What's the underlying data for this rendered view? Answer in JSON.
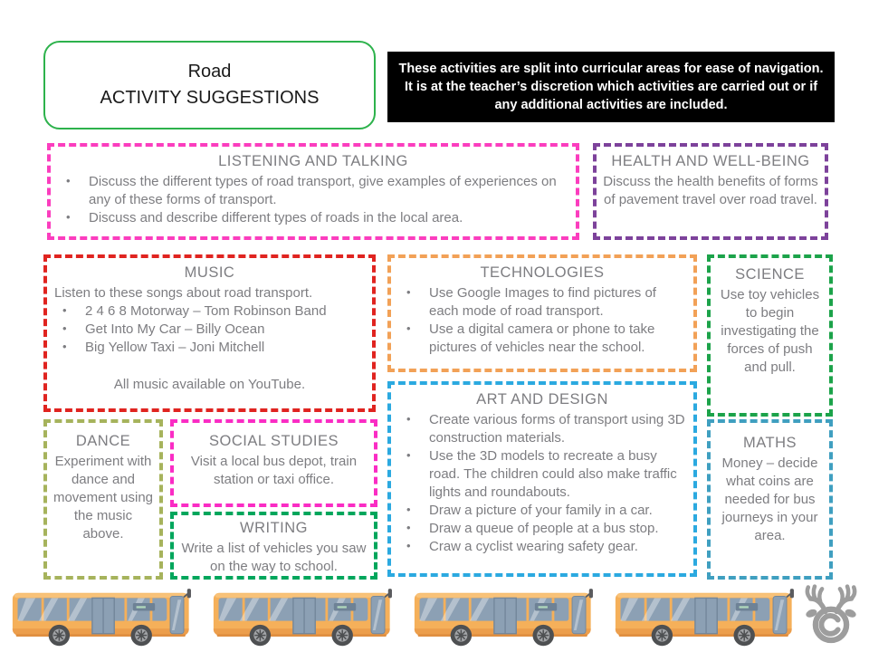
{
  "title_box": {
    "line1": "Road",
    "line2": "ACTIVITY SUGGESTIONS",
    "border_color": "#2db24c"
  },
  "notice_box": {
    "text": "These activities are split into curricular areas for ease of navigation. It is at the teacher’s discretion which activities are carried out or if any additional activities are included.",
    "bg": "#000000",
    "text_color": "#ffffff"
  },
  "boxes": {
    "listening_and_talking": {
      "title": "LISTENING AND TALKING",
      "border_color": "#fb3dbe",
      "bullets": [
        "Discuss the different types of road transport, give examples of experiences on any of these forms of transport.",
        "Discuss and describe different types of roads in the local area."
      ]
    },
    "health_and_wellbeing": {
      "title": "HEALTH AND WELL-BEING",
      "border_color": "#7d429b",
      "body": "Discuss the health benefits of forms of pavement travel over road travel."
    },
    "music": {
      "title": "MUSIC",
      "border_color": "#e02420",
      "intro": "Listen to these songs about road transport.",
      "bullets": [
        "2 4 6 8 Motorway – Tom Robinson Band",
        "Get Into My Car – Billy Ocean",
        "Big Yellow Taxi – Joni Mitchell"
      ],
      "footer": "All music available on YouTube."
    },
    "technologies": {
      "title": "TECHNOLOGIES",
      "border_color": "#f2a157",
      "bullets": [
        "Use Google Images to find pictures of each mode of road transport.",
        "Use a digital camera or phone to take pictures of vehicles near the school."
      ]
    },
    "science": {
      "title": "SCIENCE",
      "border_color": "#1ca34a",
      "body": "Use toy vehicles to begin investigating the forces of push and pull."
    },
    "art_and_design": {
      "title": "ART AND DESIGN",
      "border_color": "#2ba9e0",
      "bullets": [
        "Create various forms of transport using 3D construction materials.",
        "Use the 3D models to recreate a busy road. The children could also make traffic lights and roundabouts.",
        "Draw a picture of your family in a car.",
        "Draw a queue of people at a bus stop.",
        "Craw a cyclist wearing safety gear."
      ]
    },
    "dance": {
      "title": "DANCE",
      "border_color": "#a6b35c",
      "body": "Experiment with dance and movement using the music above."
    },
    "social_studies": {
      "title": "SOCIAL STUDIES",
      "border_color": "#fa2cc4",
      "body": "Visit a local bus depot, train station or taxi office."
    },
    "writing": {
      "title": "WRITING",
      "border_color": "#00a65c",
      "body": "Write a list of vehicles you saw on the way to school."
    },
    "maths": {
      "title": "MATHS",
      "border_color": "#3f9fc0",
      "body": "Money – decide what coins are needed for bus journeys in your area."
    }
  },
  "footer": {
    "bus_count": 4,
    "bus_icon": "bus-illustration",
    "logo_icon": "moose-copyright-logo"
  },
  "palette": {
    "body_text": "#7d7d81",
    "bus_yellow": "#f5b05a",
    "bus_window": "#8ca0b4",
    "logo_gray": "#9d9d9d"
  }
}
